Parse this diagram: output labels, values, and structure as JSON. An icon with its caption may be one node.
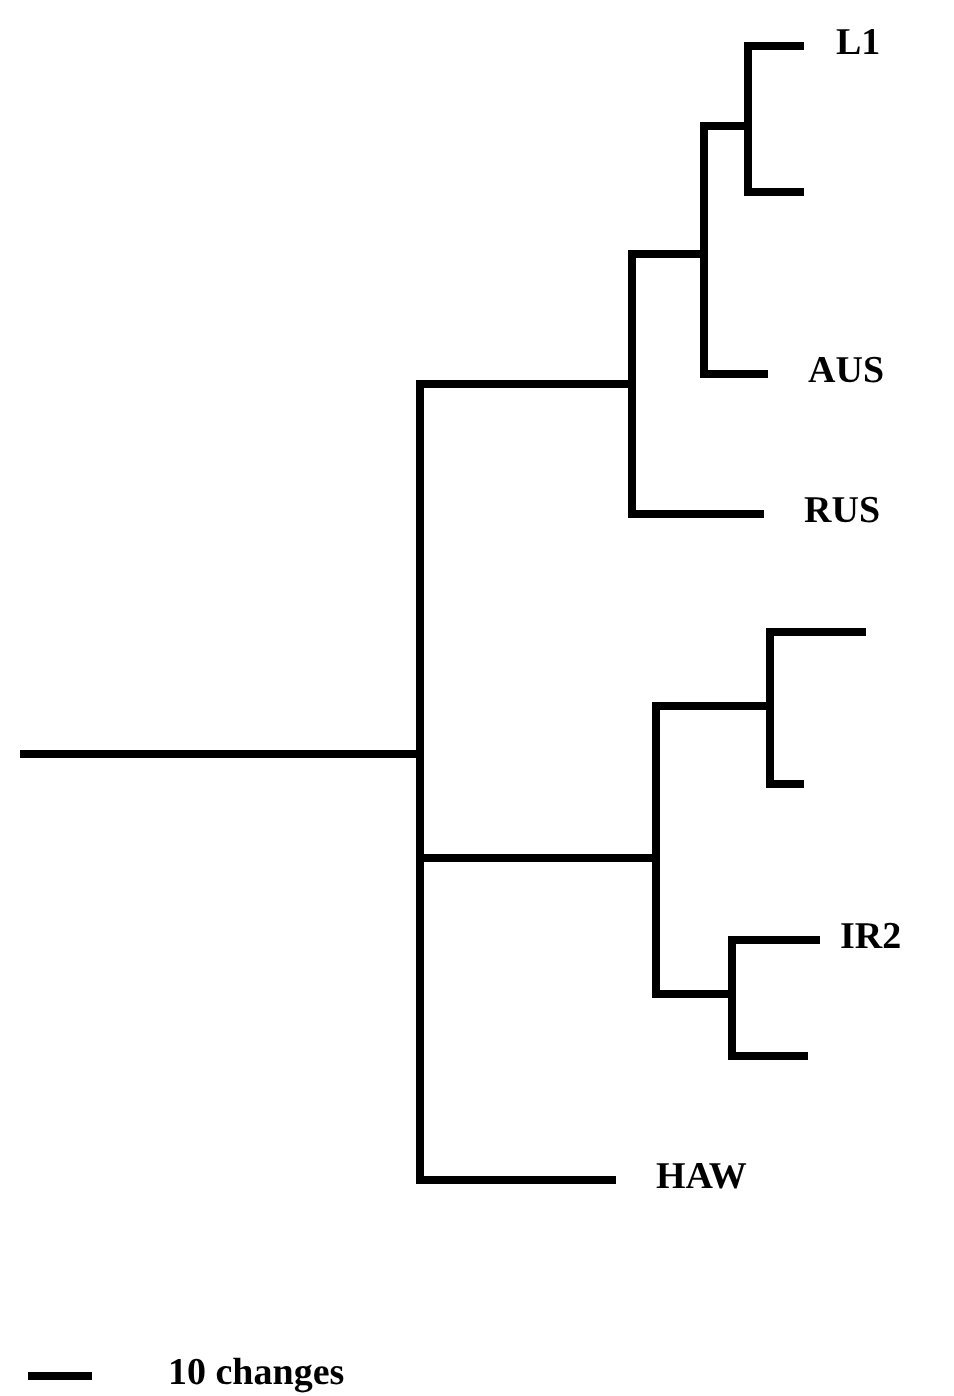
{
  "diagram": {
    "labels": [
      "L1",
      "AUS",
      "RUS",
      "IR2",
      "HAW",
      "10 changes"
    ]
  }
}
